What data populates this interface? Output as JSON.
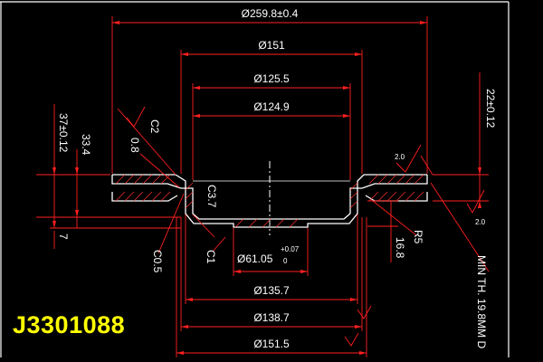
{
  "part_number": "J3301088",
  "colors": {
    "background": "#000000",
    "dimension_line": "#ff1f1f",
    "outline": "#ffffff",
    "hatch": "#ff3030",
    "center_line": "#ffffff",
    "label": "#ffff00",
    "frame": "#ffffff"
  },
  "dimensions": {
    "d_outer": "Ø259.8±0.4",
    "d151": "Ø151",
    "d125_5": "Ø125.5",
    "d124_9": "Ø124.9",
    "d61_05": "Ø61.05",
    "tol_upper": "+0.07",
    "tol_lower": "0",
    "d135_7": "Ø135.7",
    "d138_7": "Ø138.7",
    "d151_5": "Ø151.5",
    "h22": "22±0.12",
    "h37": "37±0.12",
    "h33_4": "33.4",
    "h7": "7",
    "h16_8": "16.8",
    "c2": "C2",
    "c0_8": "0.8",
    "c3_7": "C3.7",
    "c0_5": "C0.5",
    "c1": "C1",
    "r5": "R5",
    "roughness_top": "2.0",
    "roughness_side": "2.0",
    "min_thickness": "MIN TH. 19.8MM D"
  }
}
